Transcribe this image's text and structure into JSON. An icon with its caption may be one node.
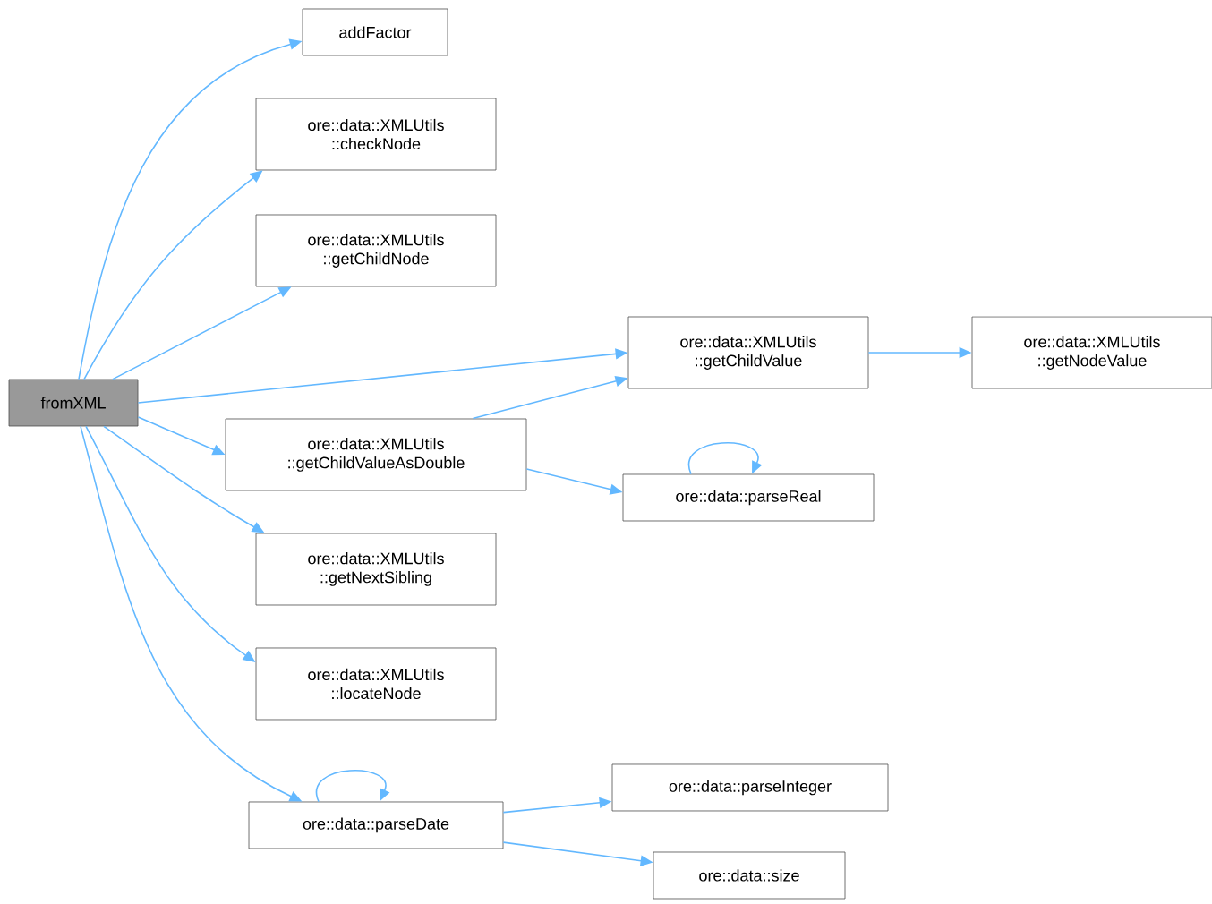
{
  "diagram": {
    "nodes": [
      {
        "text": [
          "fromXML"
        ]
      },
      {
        "text": [
          "addFactor"
        ]
      },
      {
        "text": [
          "ore::data::XMLUtils ::checkNode"
        ]
      },
      {
        "text": [
          "ore::data::XMLUtils ::getChildNode"
        ]
      },
      {
        "text": [
          "ore::data::XMLUtils ::getChildValue"
        ]
      },
      {
        "text": [
          "ore::data::XMLUtils ::getNodeValue"
        ]
      },
      {
        "text": [
          "ore::data::XMLUtils ::getChildValueAsDouble"
        ]
      },
      {
        "text": [
          "ore::data::parseReal"
        ]
      },
      {
        "text": [
          "ore::data::XMLUtils ::getNextSibling"
        ]
      },
      {
        "text": [
          "ore::data::XMLUtils ::locateNode"
        ]
      },
      {
        "text": [
          "ore::data::parseDate"
        ]
      },
      {
        "text": [
          "ore::data::parseInteger"
        ]
      },
      {
        "text": [
          "ore::data::size"
        ]
      }
    ],
    "edges": [
      {
        "from": 0,
        "to": 1,
        "arrow": "to"
      },
      {
        "from": 0,
        "to": 2,
        "arrow": "to"
      },
      {
        "from": 0,
        "to": 3,
        "arrow": "to"
      },
      {
        "from": 0,
        "to": 4,
        "arrow": "to"
      },
      {
        "from": 0,
        "to": 6,
        "arrow": "to"
      },
      {
        "from": 0,
        "to": 8,
        "arrow": "to"
      },
      {
        "from": 0,
        "to": 9,
        "arrow": "to"
      },
      {
        "from": 0,
        "to": 10,
        "arrow": "to"
      },
      {
        "from": 4,
        "to": 5,
        "arrow": "to"
      },
      {
        "from": 6,
        "to": 4,
        "arrow": "to"
      },
      {
        "from": 6,
        "to": 7,
        "arrow": "to"
      },
      {
        "from": 7,
        "to": 7,
        "arrow": "to"
      },
      {
        "from": 10,
        "to": 10,
        "arrow": "to"
      },
      {
        "from": 10,
        "to": 11,
        "arrow": "to"
      },
      {
        "from": 10,
        "to": 12,
        "arrow": "to"
      }
    ]
  }
}
